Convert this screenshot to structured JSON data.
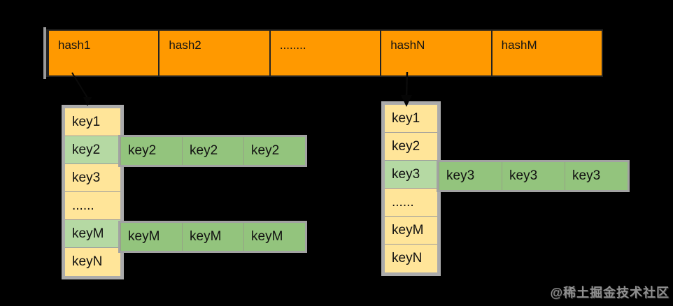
{
  "page": {
    "background": "#000000",
    "watermark": "@稀土掘金技术社区"
  },
  "colors": {
    "hash_row_fill": "#ff9900",
    "key_cell_yellow": "#ffe599",
    "key_cell_green": "#b5d9a3",
    "chain_green": "#93c47d",
    "frame_gray": "#ababab",
    "border_dark": "#232323"
  },
  "hash_row": {
    "cells": [
      "hash1",
      "hash2",
      "........",
      "hashN",
      "hashM"
    ]
  },
  "left_bucket": {
    "cells": [
      {
        "label": "key1",
        "type": "yellow"
      },
      {
        "label": "key2",
        "type": "green"
      },
      {
        "label": "key3",
        "type": "yellow"
      },
      {
        "label": "......",
        "type": "yellow"
      },
      {
        "label": "keyM",
        "type": "green"
      },
      {
        "label": "keyN",
        "type": "yellow"
      }
    ],
    "chains": [
      {
        "row": "key2",
        "items": [
          "key2",
          "key2",
          "key2"
        ]
      },
      {
        "row": "keyM",
        "items": [
          "keyM",
          "keyM",
          "keyM"
        ]
      }
    ]
  },
  "right_bucket": {
    "cells": [
      {
        "label": "key1",
        "type": "yellow"
      },
      {
        "label": "key2",
        "type": "yellow"
      },
      {
        "label": "key3",
        "type": "green"
      },
      {
        "label": "......",
        "type": "yellow"
      },
      {
        "label": "keyM",
        "type": "yellow"
      },
      {
        "label": "keyN",
        "type": "yellow"
      }
    ],
    "chains": [
      {
        "row": "key3",
        "items": [
          "key3",
          "key3",
          "key3"
        ]
      }
    ]
  }
}
